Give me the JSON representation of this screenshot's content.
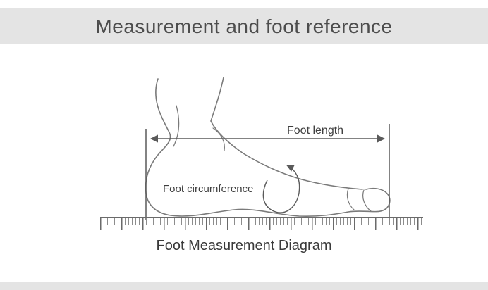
{
  "header": {
    "title": "Measurement and foot reference",
    "background_color": "#e4e4e4",
    "text_color": "#4d4d4d"
  },
  "diagram": {
    "foot_length_label": "Foot length",
    "foot_circumference_label": "Foot circumference",
    "caption": "Foot Measurement Diagram",
    "outline_color": "#7a7a7a",
    "annotation_color": "#5a5a5a",
    "ruler_color": "#6a6a6a"
  },
  "footer": {
    "background_color": "#e4e4e4"
  }
}
